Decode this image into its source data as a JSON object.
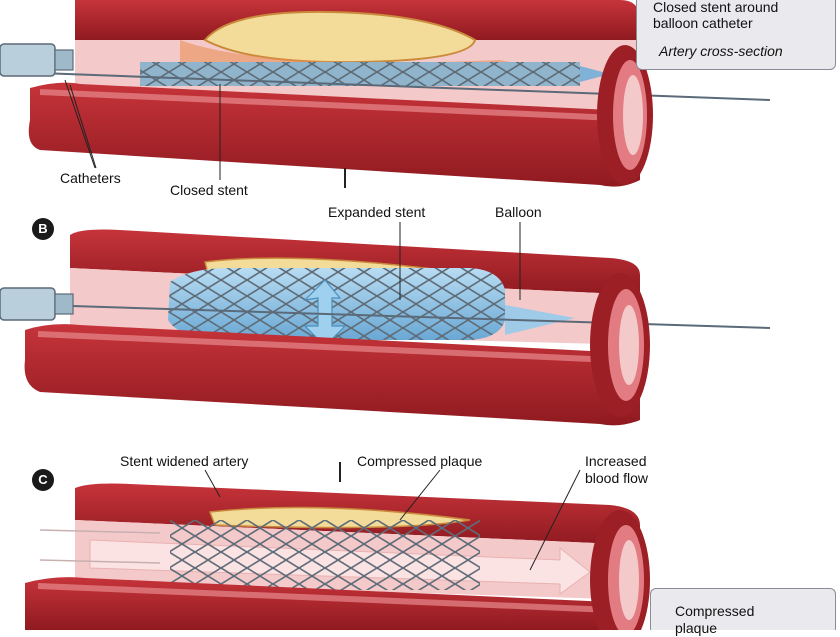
{
  "panels": {
    "a": {
      "inset": {
        "line1": "Closed stent around",
        "line2": "balloon catheter",
        "caption": "Artery cross-section"
      },
      "labels": {
        "catheters": "Catheters",
        "closed_stent": "Closed stent"
      }
    },
    "b": {
      "badge": "B",
      "labels": {
        "expanded_stent": "Expanded stent",
        "balloon": "Balloon"
      }
    },
    "c": {
      "badge": "C",
      "labels": {
        "stent_widened": "Stent widened artery",
        "compressed_plaque": "Compressed plaque",
        "increased_flow_line1": "Increased",
        "increased_flow_line2": "blood flow"
      },
      "inset": {
        "line1": "Compressed",
        "line2": "plaque"
      }
    }
  },
  "colors": {
    "artery_outer": "#b3252b",
    "artery_inner": "#e0747a",
    "lumen": "#f6d2d2",
    "plaque": "#f3dc9a",
    "stent": "#6b7a88",
    "balloon": "#8fc3e6",
    "catheter": "#9eb7c8"
  }
}
